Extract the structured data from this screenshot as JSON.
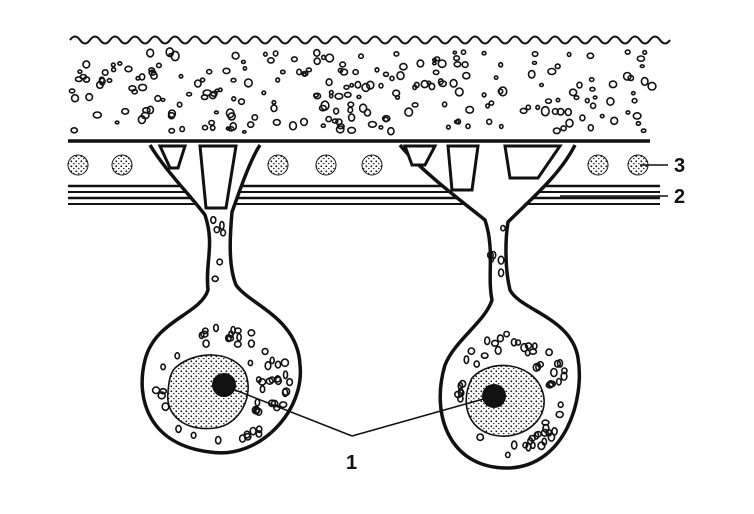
{
  "diagram": {
    "labels": {
      "one": "1",
      "two": "2",
      "three": "3"
    }
  },
  "colors": {
    "ink": "#111111",
    "paper": "#ffffff"
  }
}
